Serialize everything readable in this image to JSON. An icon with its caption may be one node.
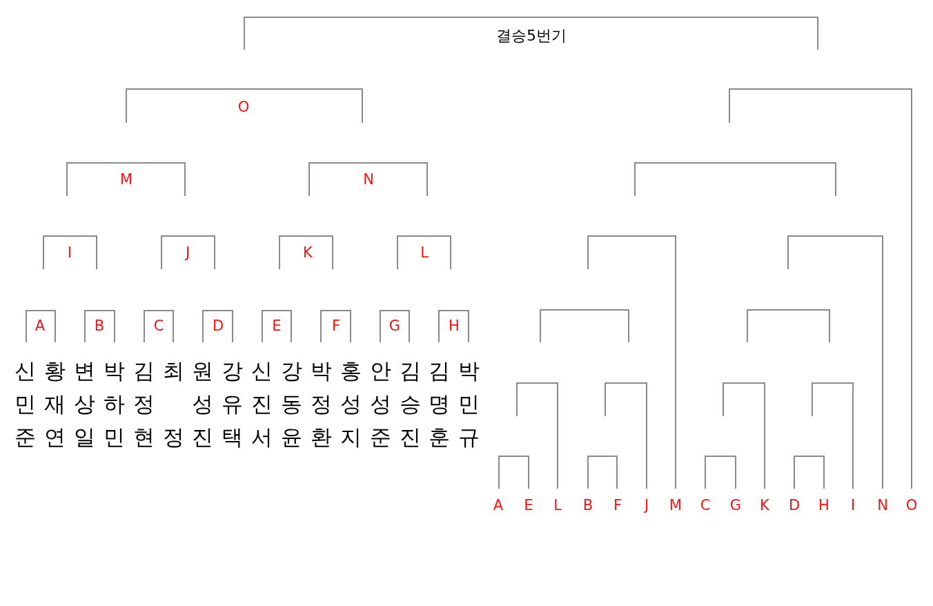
{
  "diagram": {
    "labels": [
      "결승5번기",
      "O",
      "M",
      "N",
      "I",
      "J",
      "K",
      "L",
      "A",
      "B",
      "C",
      "D",
      "E",
      "F",
      "G",
      "H",
      "신민준",
      "황재연",
      "변상일",
      "박하민",
      "김정현",
      "최정",
      "원성진",
      "강유택",
      "신진서",
      "강동윤",
      "박정환",
      "홍성지",
      "안성준",
      "김승진",
      "김명훈",
      "박민규",
      "A",
      "E",
      "L",
      "B",
      "F",
      "J",
      "M",
      "C",
      "G",
      "K",
      "D",
      "H",
      "I",
      "N",
      "O"
    ]
  }
}
